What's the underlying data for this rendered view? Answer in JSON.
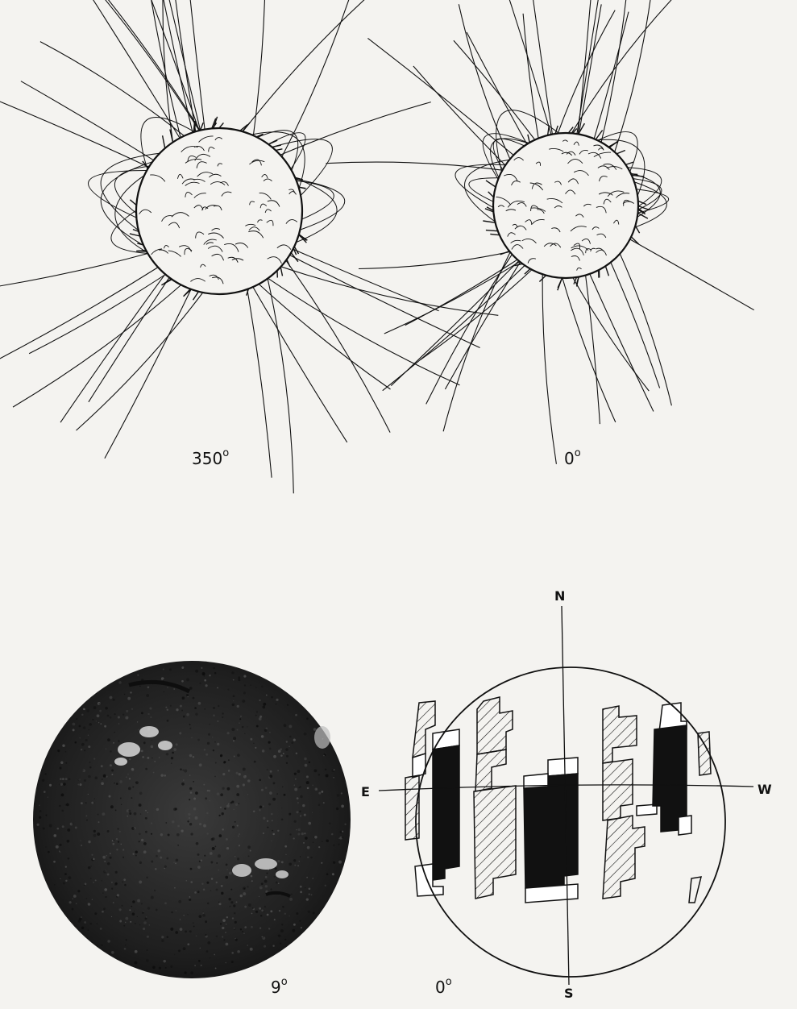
{
  "panels": {
    "field_left": {
      "angle_label": "350",
      "degree_symbol": "o"
    },
    "field_right": {
      "angle_label": "0",
      "degree_symbol": "o"
    },
    "photo": {
      "angle_label": "9",
      "degree_symbol": "o"
    },
    "map": {
      "angle_label": "0",
      "degree_symbol": "o",
      "compass": {
        "north": "N",
        "south": "S",
        "east": "E",
        "west": "W"
      }
    }
  },
  "colors": {
    "ink": "#111111",
    "paper": "#f4f3f0",
    "photo_disk": "#2a2a2a"
  }
}
